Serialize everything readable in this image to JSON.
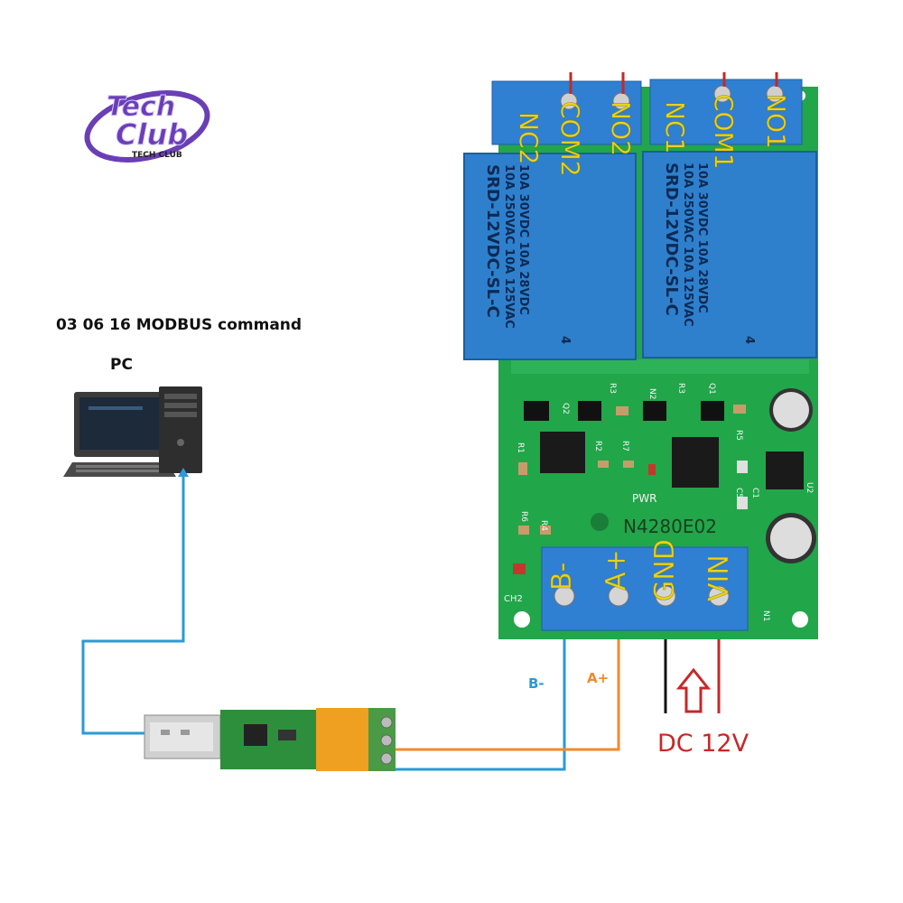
{
  "logo": {
    "main": "Tech Club",
    "sub": "TECH CLUB"
  },
  "diagram_title": "03 06 16 MODBUS command",
  "pc": {
    "label": "PC"
  },
  "board": {
    "model": "N4280E02",
    "pwr_label": "PWR",
    "relay_text": [
      "SRD-12VDC-SL-C",
      "10A 250VAC 10A 125VAC",
      "10A 30VDC 10A 28VDC"
    ],
    "relay_pin": "4",
    "top_terminals": [
      "NC2",
      "COM2",
      "NO2",
      "NC1",
      "COM1",
      "NO1"
    ],
    "bottom_terminals": [
      "B-",
      "A+",
      "GND",
      "VIN"
    ],
    "components": [
      "Q2",
      "R3",
      "Q1",
      "R3",
      "N2",
      "R1",
      "R2",
      "R7",
      "R5",
      "R6",
      "R4",
      "CH2",
      "C1",
      "C5",
      "U2",
      "N1"
    ]
  },
  "wires": {
    "b_label": "B-",
    "a_label": "A+"
  },
  "power": {
    "label": "DC 12V"
  },
  "colors": {
    "pcb": "#21a64a",
    "terminal": "#2f7fd2",
    "relay": "#2e80cc",
    "wire_b": "#2b9ad6",
    "wire_a": "#f28a2c",
    "wire_gnd": "#111111",
    "wire_vin": "#c62828",
    "label_yellow": "#e8d31a"
  }
}
